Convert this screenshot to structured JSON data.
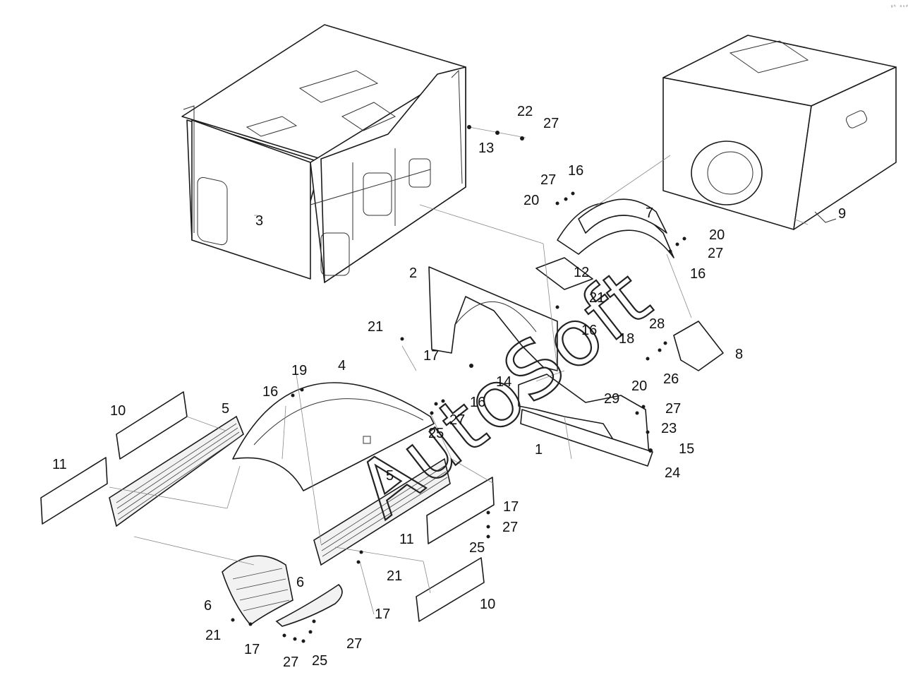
{
  "diagram": {
    "watermark": "AutoSoft",
    "corner_mark": "ᵍʰ ᵃᵘᵈ"
  },
  "callouts": [
    {
      "id": "c-3",
      "text": "3"
    },
    {
      "id": "c-13",
      "text": "13"
    },
    {
      "id": "c-22",
      "text": "22"
    },
    {
      "id": "c-27a",
      "text": "27"
    },
    {
      "id": "c-9",
      "text": "9"
    },
    {
      "id": "c-27b",
      "text": "27"
    },
    {
      "id": "c-16a",
      "text": "16"
    },
    {
      "id": "c-20a",
      "text": "20"
    },
    {
      "id": "c-7",
      "text": "7"
    },
    {
      "id": "c-20b",
      "text": "20"
    },
    {
      "id": "c-27c",
      "text": "27"
    },
    {
      "id": "c-16b",
      "text": "16"
    },
    {
      "id": "c-12",
      "text": "12"
    },
    {
      "id": "c-21a",
      "text": "21"
    },
    {
      "id": "c-2",
      "text": "2"
    },
    {
      "id": "c-16c",
      "text": "16"
    },
    {
      "id": "c-18",
      "text": "18"
    },
    {
      "id": "c-28",
      "text": "28"
    },
    {
      "id": "c-8",
      "text": "8"
    },
    {
      "id": "c-26",
      "text": "26"
    },
    {
      "id": "c-21b",
      "text": "21"
    },
    {
      "id": "c-17a",
      "text": "17"
    },
    {
      "id": "c-19",
      "text": "19"
    },
    {
      "id": "c-4",
      "text": "4"
    },
    {
      "id": "c-14",
      "text": "14"
    },
    {
      "id": "c-16d",
      "text": "16"
    },
    {
      "id": "c-16e",
      "text": "16"
    },
    {
      "id": "c-27d",
      "text": "27"
    },
    {
      "id": "c-25a",
      "text": "25"
    },
    {
      "id": "c-20c",
      "text": "20"
    },
    {
      "id": "c-29",
      "text": "29"
    },
    {
      "id": "c-27e",
      "text": "27"
    },
    {
      "id": "c-23",
      "text": "23"
    },
    {
      "id": "c-15",
      "text": "15"
    },
    {
      "id": "c-1",
      "text": "1"
    },
    {
      "id": "c-24",
      "text": "24"
    },
    {
      "id": "c-10a",
      "text": "10"
    },
    {
      "id": "c-5a",
      "text": "5"
    },
    {
      "id": "c-11a",
      "text": "11"
    },
    {
      "id": "c-5b",
      "text": "5"
    },
    {
      "id": "c-17b",
      "text": "17"
    },
    {
      "id": "c-27f",
      "text": "27"
    },
    {
      "id": "c-11b",
      "text": "11"
    },
    {
      "id": "c-25b",
      "text": "25"
    },
    {
      "id": "c-21c",
      "text": "21"
    },
    {
      "id": "c-6a",
      "text": "6"
    },
    {
      "id": "c-6b",
      "text": "6"
    },
    {
      "id": "c-17c",
      "text": "17"
    },
    {
      "id": "c-10b",
      "text": "10"
    },
    {
      "id": "c-21d",
      "text": "21"
    },
    {
      "id": "c-17d",
      "text": "17"
    },
    {
      "id": "c-27g",
      "text": "27"
    },
    {
      "id": "c-27h",
      "text": "27"
    },
    {
      "id": "c-25c",
      "text": "25"
    }
  ]
}
